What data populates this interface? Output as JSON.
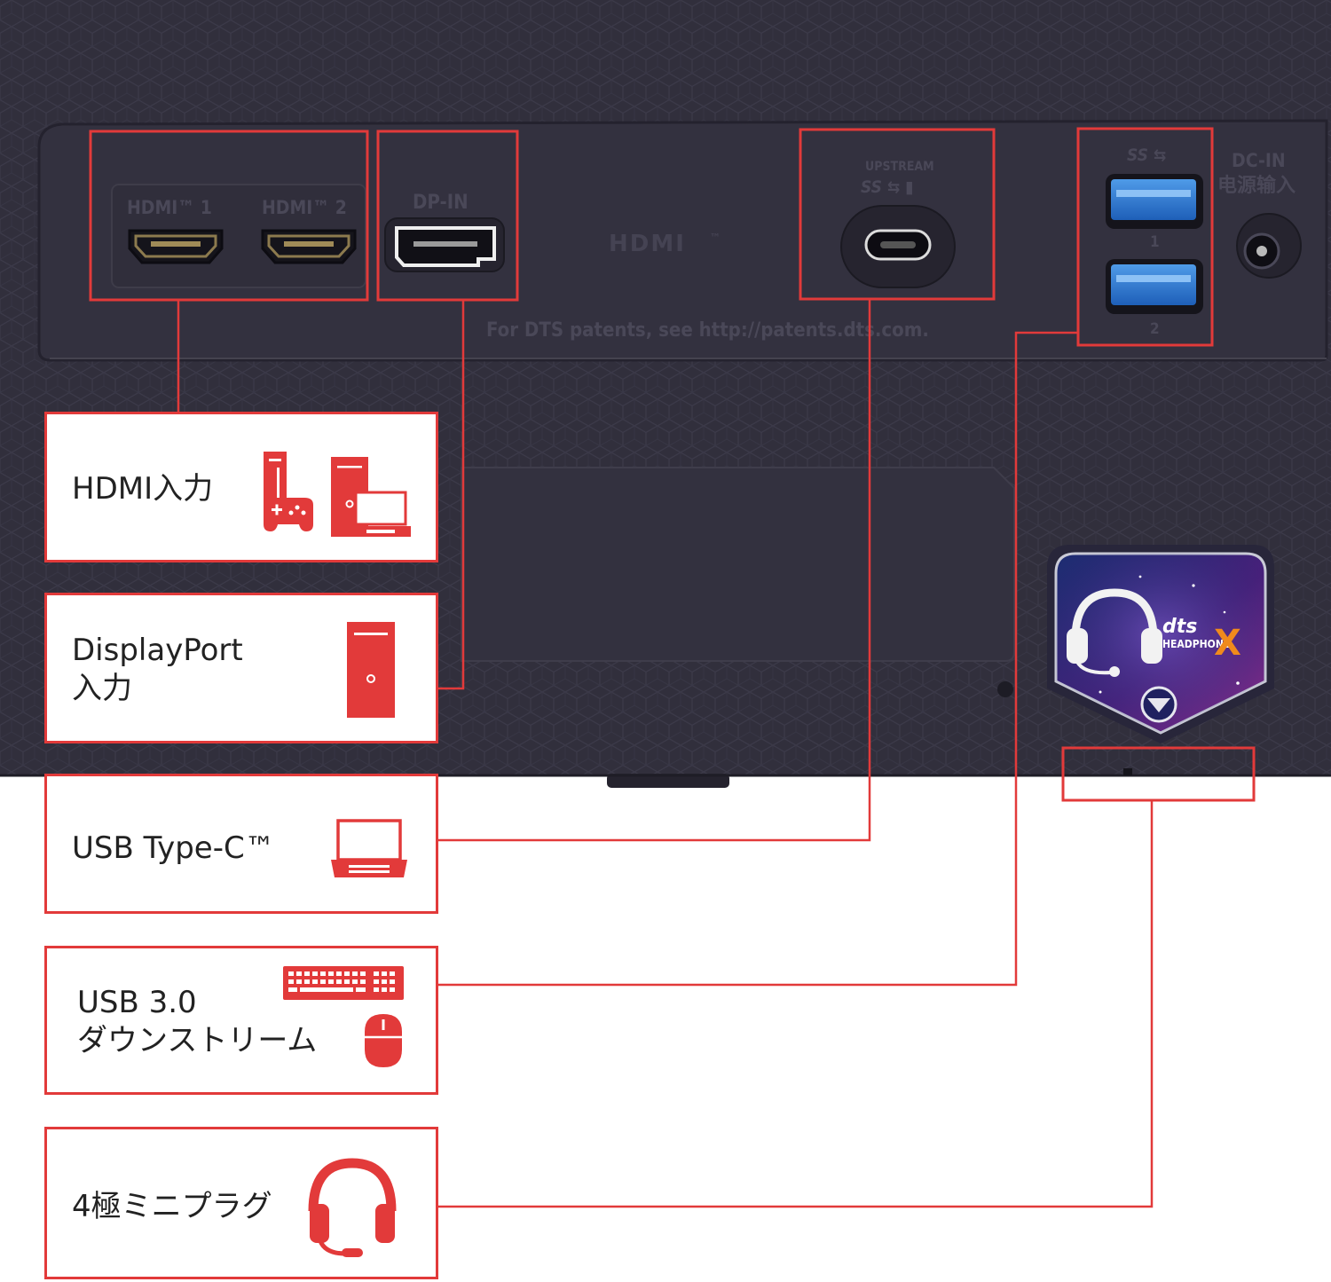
{
  "colors": {
    "accent": "#e23a3a",
    "body": "#2d2b39",
    "panel": "#33313f",
    "port_text": "#4a4858"
  },
  "device": {
    "port_labels": {
      "hdmi1": "HDMI™ 1",
      "hdmi2": "HDMI™ 2",
      "dp": "DP-IN",
      "hdmi_logo": "HDMI",
      "hdmi_tm": "™",
      "upstream": "UPSTREAM",
      "ss_usb_c": "SS ⇆ ▮",
      "ss_usb_a": "SS ⇆",
      "usb1": "1",
      "usb2": "2",
      "dc_in": "DC-IN",
      "dc_in_cn": "电源输入"
    },
    "patent_text": "For DTS patents, see http://patents.dts.com.",
    "badge": {
      "brand": "dts",
      "product": "HEADPHONE",
      "x": "X"
    }
  },
  "callouts": [
    {
      "id": "hdmi",
      "label": "HDMI入力",
      "icons": [
        "game-console-icon",
        "desktop-tower-icon",
        "laptop-icon"
      ]
    },
    {
      "id": "displayport",
      "label": "DisplayPort\n入力",
      "icons": [
        "desktop-tower-icon"
      ]
    },
    {
      "id": "usb-c",
      "label": "USB Type-C™",
      "icons": [
        "laptop-icon"
      ]
    },
    {
      "id": "usb3",
      "label": "USB 3.0\nダウンストリーム",
      "icons": [
        "keyboard-icon",
        "mouse-icon"
      ]
    },
    {
      "id": "headphone",
      "label": "4極ミニプラグ",
      "icons": [
        "headphones-icon"
      ]
    }
  ]
}
